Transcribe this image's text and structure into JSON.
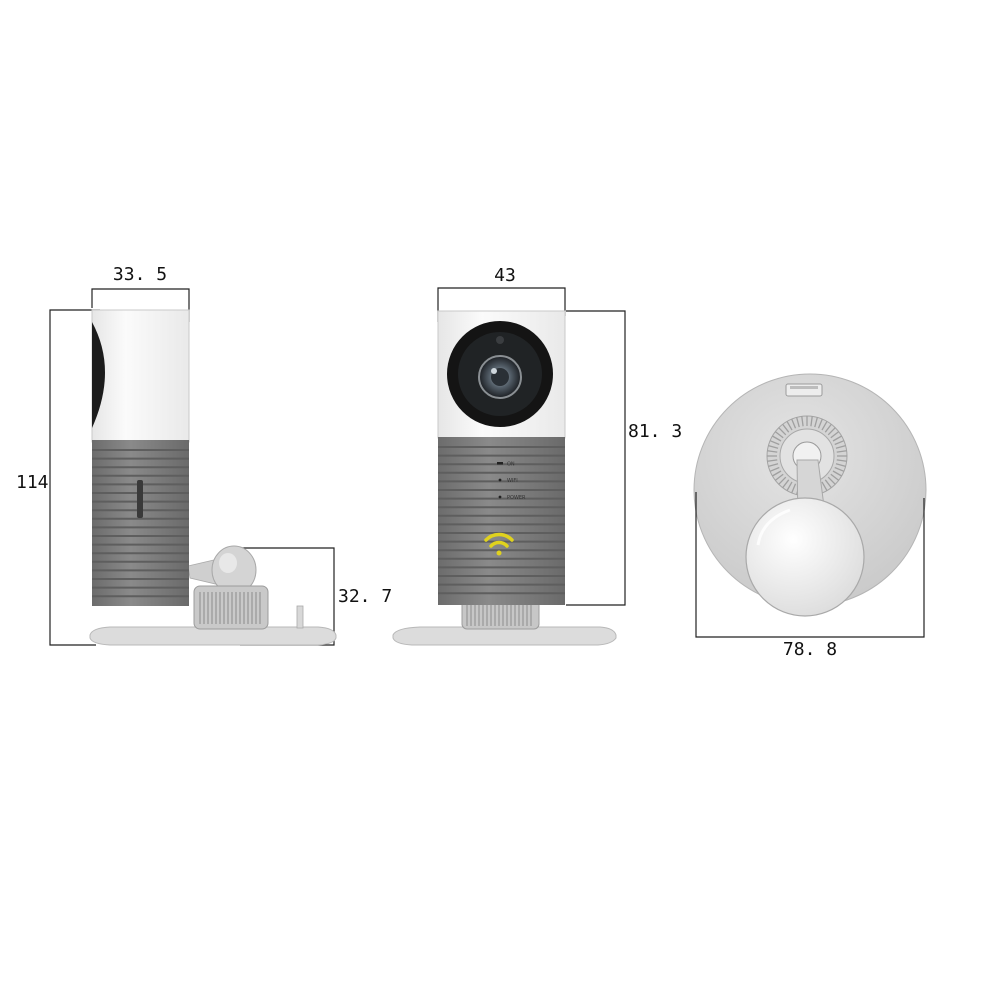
{
  "dimensions": {
    "side_width": "33. 5",
    "side_height": "114",
    "base_height": "32. 7",
    "front_width": "43",
    "front_height": "81. 3",
    "base_diameter": "78. 8"
  },
  "front_labels": {
    "led_1": "ON",
    "led_2": "WIFI",
    "led_3": "POWER"
  },
  "colors": {
    "body_white": "#f2f2f2",
    "body_grey": "#7e7e7e",
    "rib_dark": "#5e5e5e",
    "lens_black": "#151515",
    "wifi_yellow": "#e0d21e",
    "base_grey": "#d2d2d2"
  },
  "icons": [
    "wifi-icon",
    "camera-lens-icon"
  ]
}
